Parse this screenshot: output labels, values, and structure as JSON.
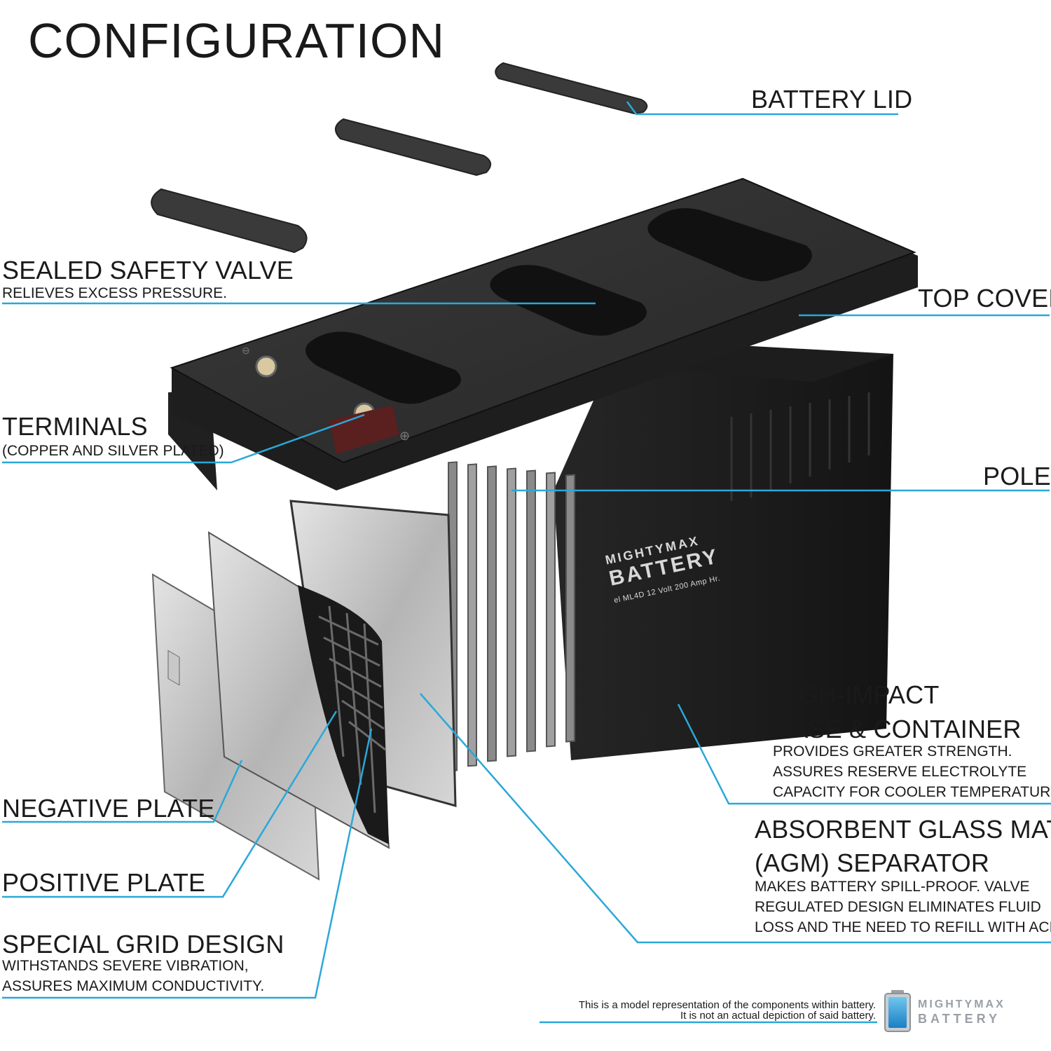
{
  "title": "CONFIGURATION",
  "colors": {
    "leader": "#2aa8d8",
    "dark": "#1f1f1f",
    "plate": "#bfbfbf"
  },
  "labels": {
    "battery_lid": "BATTERY LID",
    "sealed_valve": {
      "heading": "SEALED SAFETY VALVE",
      "sub": "RELIEVES EXCESS PRESSURE."
    },
    "top_cover": "TOP COVER",
    "terminals": {
      "heading": "TERMINALS",
      "sub": "(COPPER AND SILVER PLATED)"
    },
    "pole": "POLE",
    "case": {
      "heading1": "HIGH-IMPACT",
      "heading2": "CASE & CONTAINER",
      "sub1": "PROVIDES GREATER STRENGTH.",
      "sub2": "ASSURES RESERVE ELECTROLYTE",
      "sub3": "CAPACITY FOR COOLER TEMPERATURES."
    },
    "agm": {
      "heading1": "ABSORBENT GLASS MAT",
      "heading2": "(AGM) SEPARATOR",
      "sub1": "MAKES BATTERY SPILL-PROOF. VALVE",
      "sub2": "REGULATED DESIGN ELIMINATES FLUID",
      "sub3": "LOSS AND THE NEED TO REFILL WITH ACID."
    },
    "negative_plate": "NEGATIVE PLATE",
    "positive_plate": "POSITIVE PLATE",
    "grid": {
      "heading": "SPECIAL GRID DESIGN",
      "sub1": "WITHSTANDS SEVERE VIBRATION,",
      "sub2": "ASSURES MAXIMUM CONDUCTIVITY."
    }
  },
  "footer": {
    "line1": "This is a model representation of the components within battery.",
    "line2": "It is not an actual depiction of said battery."
  },
  "logo": {
    "word1": "MIGHTYMAX",
    "word2": "BATTERY",
    "icon": "battery-icon"
  },
  "battery_print": {
    "brand1": "MIGHTYMAX",
    "brand2": "BATTERY",
    "model": "el ML4D  12 Volt 200 Amp Hr."
  }
}
